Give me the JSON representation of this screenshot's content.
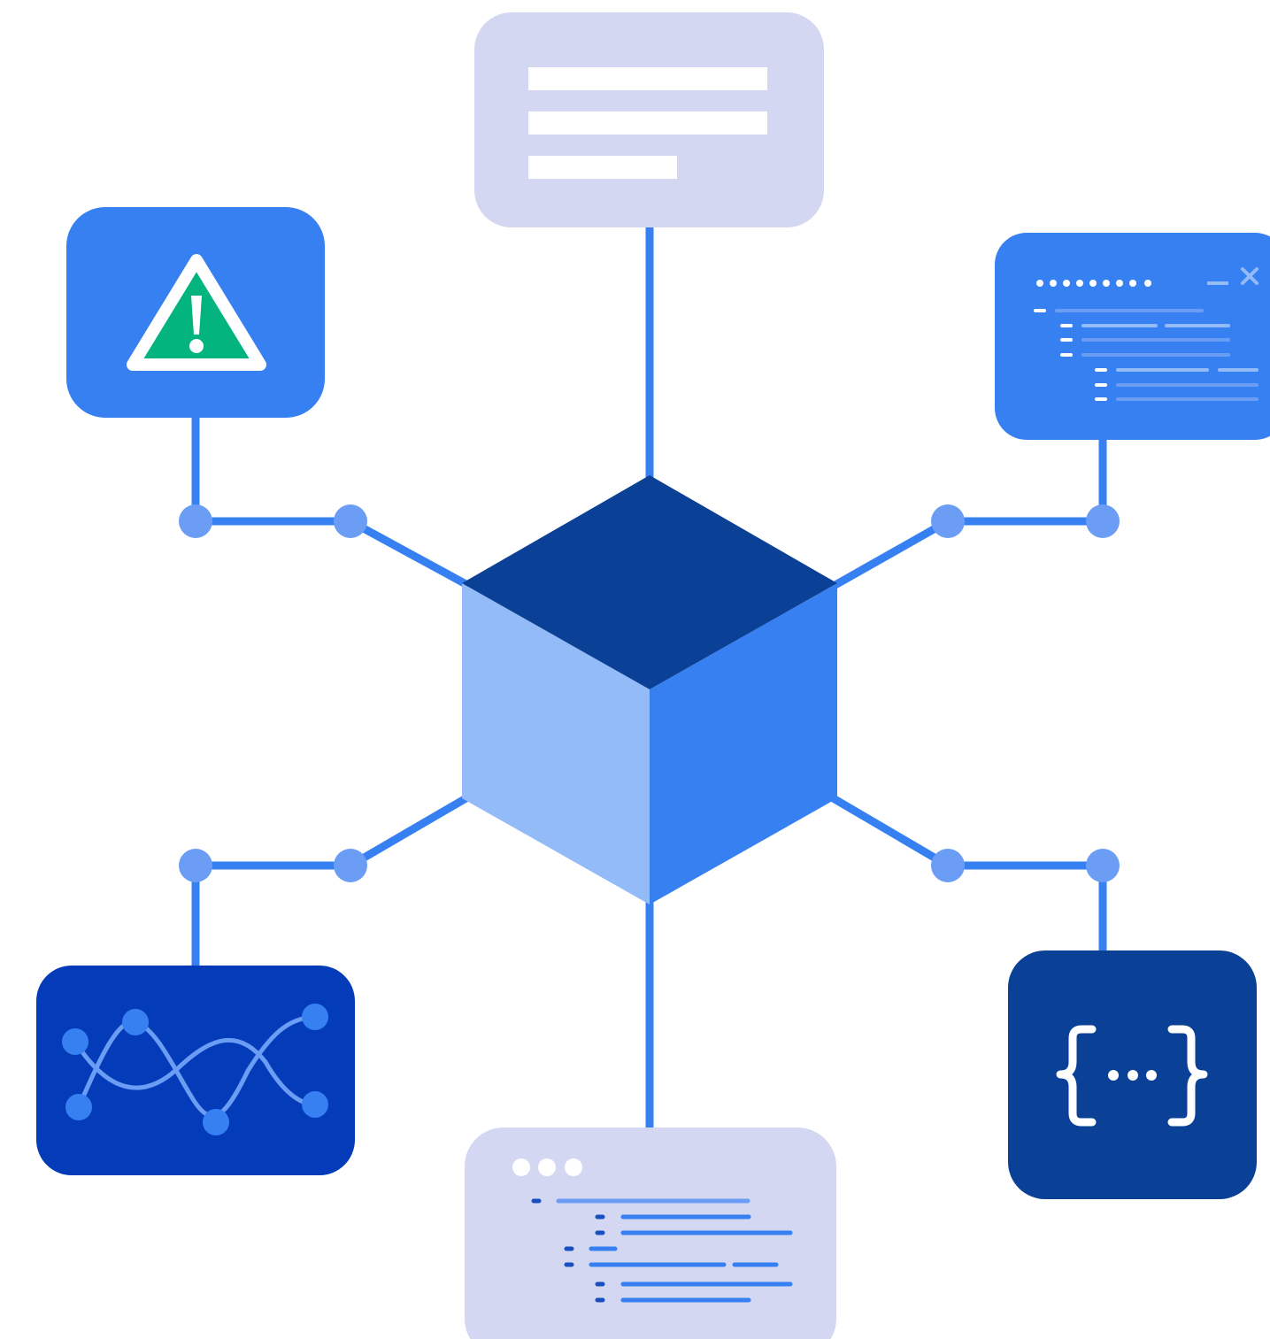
{
  "colors": {
    "background": "#ffffff",
    "connector": "#3680f2",
    "node_dot": "#6b9df5",
    "cube_top": "#0a4096",
    "cube_left": "#93bbf8",
    "cube_right": "#3680f2",
    "card_lavender": "#d3d7f2",
    "card_blue": "#3680f2",
    "card_navy": "#0a4096",
    "card_royal": "#033bb8",
    "warning_green": "#03b47f",
    "code_line_dark": "#1a4fbf",
    "code_line_blue": "#3680f2",
    "code_line_light": "#6b9df5",
    "chart_line": "#6b9df5",
    "chart_dot": "#3680f2"
  },
  "hub": {
    "icon": "cube-icon"
  },
  "modules": [
    {
      "id": "text-document",
      "icon": "text-lines-icon"
    },
    {
      "id": "warning",
      "icon": "warning-triangle-icon"
    },
    {
      "id": "code-window",
      "icon": "code-window-icon"
    },
    {
      "id": "wave-chart",
      "icon": "wave-chart-icon"
    },
    {
      "id": "json-object",
      "icon": "curly-braces-icon"
    },
    {
      "id": "code-editor",
      "icon": "code-editor-icon"
    }
  ]
}
